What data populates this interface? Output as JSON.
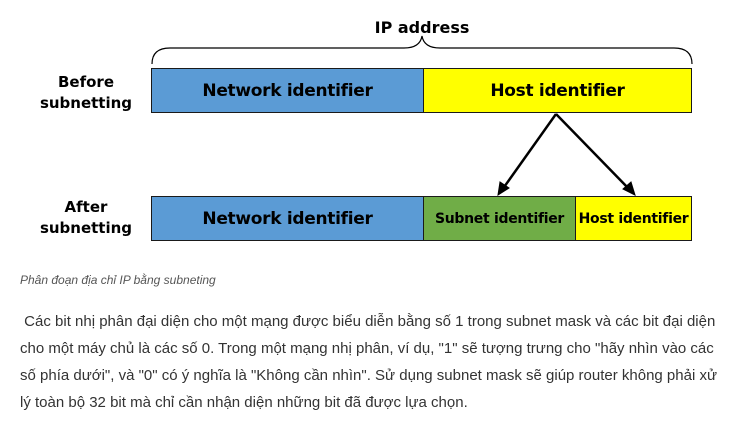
{
  "diagram": {
    "title": "IP address",
    "before_label": "Before\nsubnetting",
    "after_label": "After\nsubnetting",
    "before": {
      "network": "Network identifier",
      "host": "Host identifier"
    },
    "after": {
      "network": "Network identifier",
      "subnet": "Subnet identifier",
      "host": "Host identifier"
    },
    "colors": {
      "network": "#5b9bd5",
      "host": "#ffff00",
      "subnet": "#70ad47"
    }
  },
  "caption": "Phân đoạn địa chỉ IP bằng subneting",
  "paragraph": " Các bit nhị phân đại diện cho một mạng được biểu diễn bằng số 1 trong subnet mask và các bit đại diện cho một máy chủ là các số 0. Trong một mạng nhị phân, ví dụ, \"1\" sẽ tượng trưng cho \"hãy nhìn vào các số phía dưới\", và \"0\" có ý nghĩa là \"Không cần nhìn\". Sử dụng subnet mask sẽ giúp router không phải xử lý toàn bộ 32 bit mà chỉ cần nhận diện những bit đã được lựa chọn."
}
